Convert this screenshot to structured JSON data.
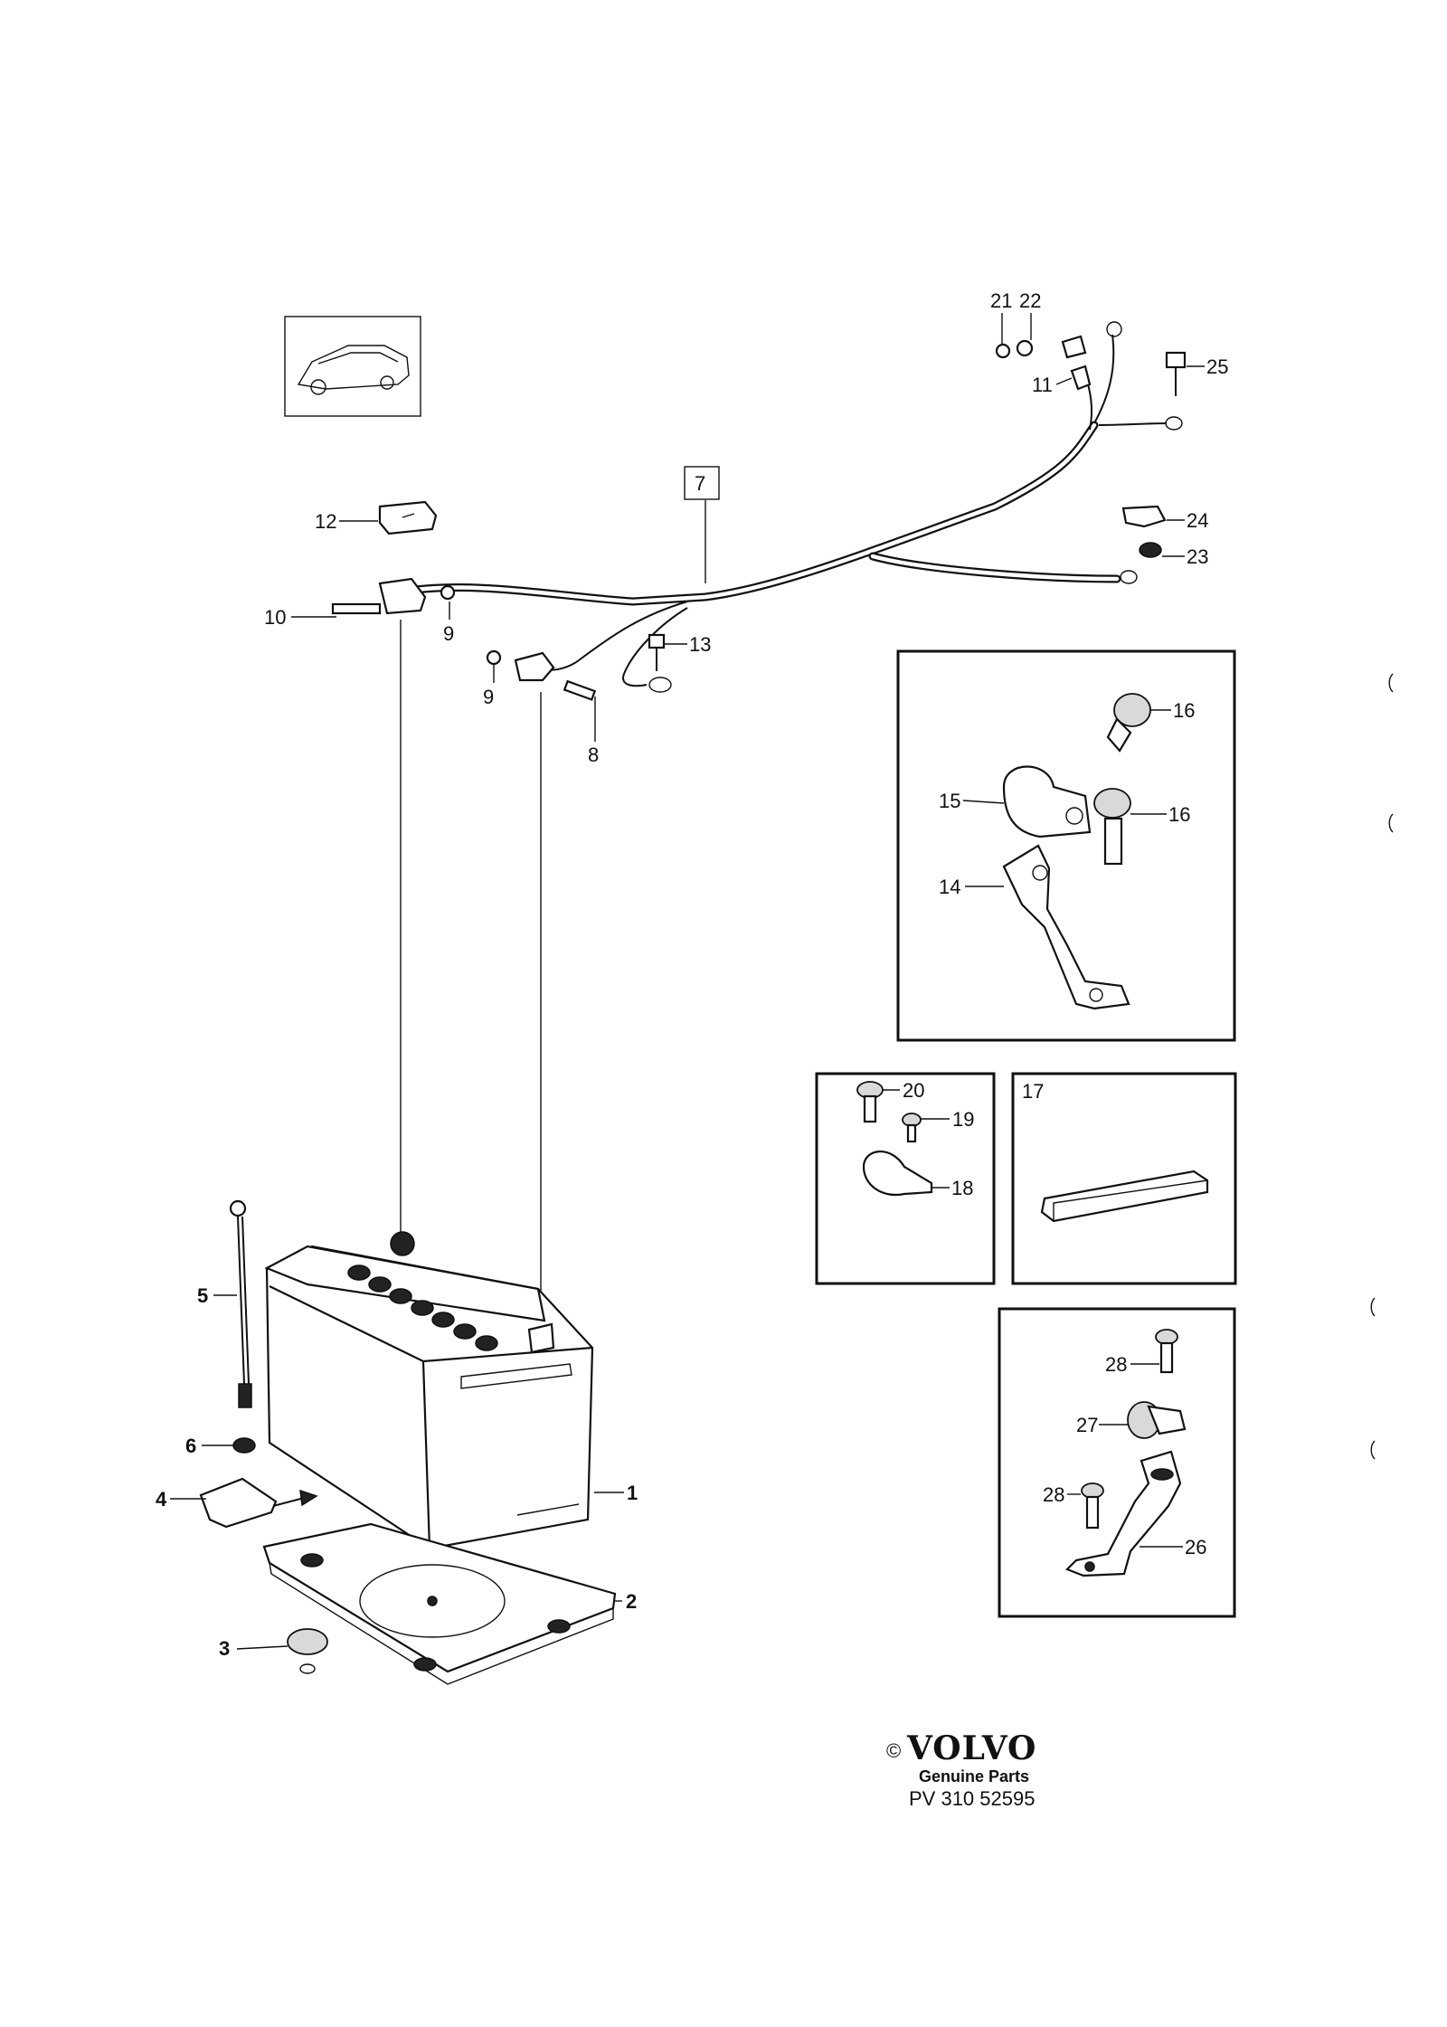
{
  "diagram": {
    "labels": {
      "p1": "1",
      "p2": "2",
      "p3": "3",
      "p4": "4",
      "p5": "5",
      "p6": "6",
      "p7": "7",
      "p8": "8",
      "p9a": "9",
      "p9b": "9",
      "p10": "10",
      "p11": "11",
      "p12": "12",
      "p13": "13",
      "p14": "14",
      "p15": "15",
      "p16a": "16",
      "p16b": "16",
      "p17": "17",
      "p18": "18",
      "p19": "19",
      "p20": "20",
      "p21": "21",
      "p22": "22",
      "p23": "23",
      "p24": "24",
      "p25": "25",
      "p26": "26",
      "p27": "27",
      "p28a": "28",
      "p28b": "28"
    }
  },
  "footer": {
    "copyright_symbol": "©",
    "brand": "VOLVO",
    "tagline": "Genuine Parts",
    "part_number": "PV 310 52595"
  }
}
